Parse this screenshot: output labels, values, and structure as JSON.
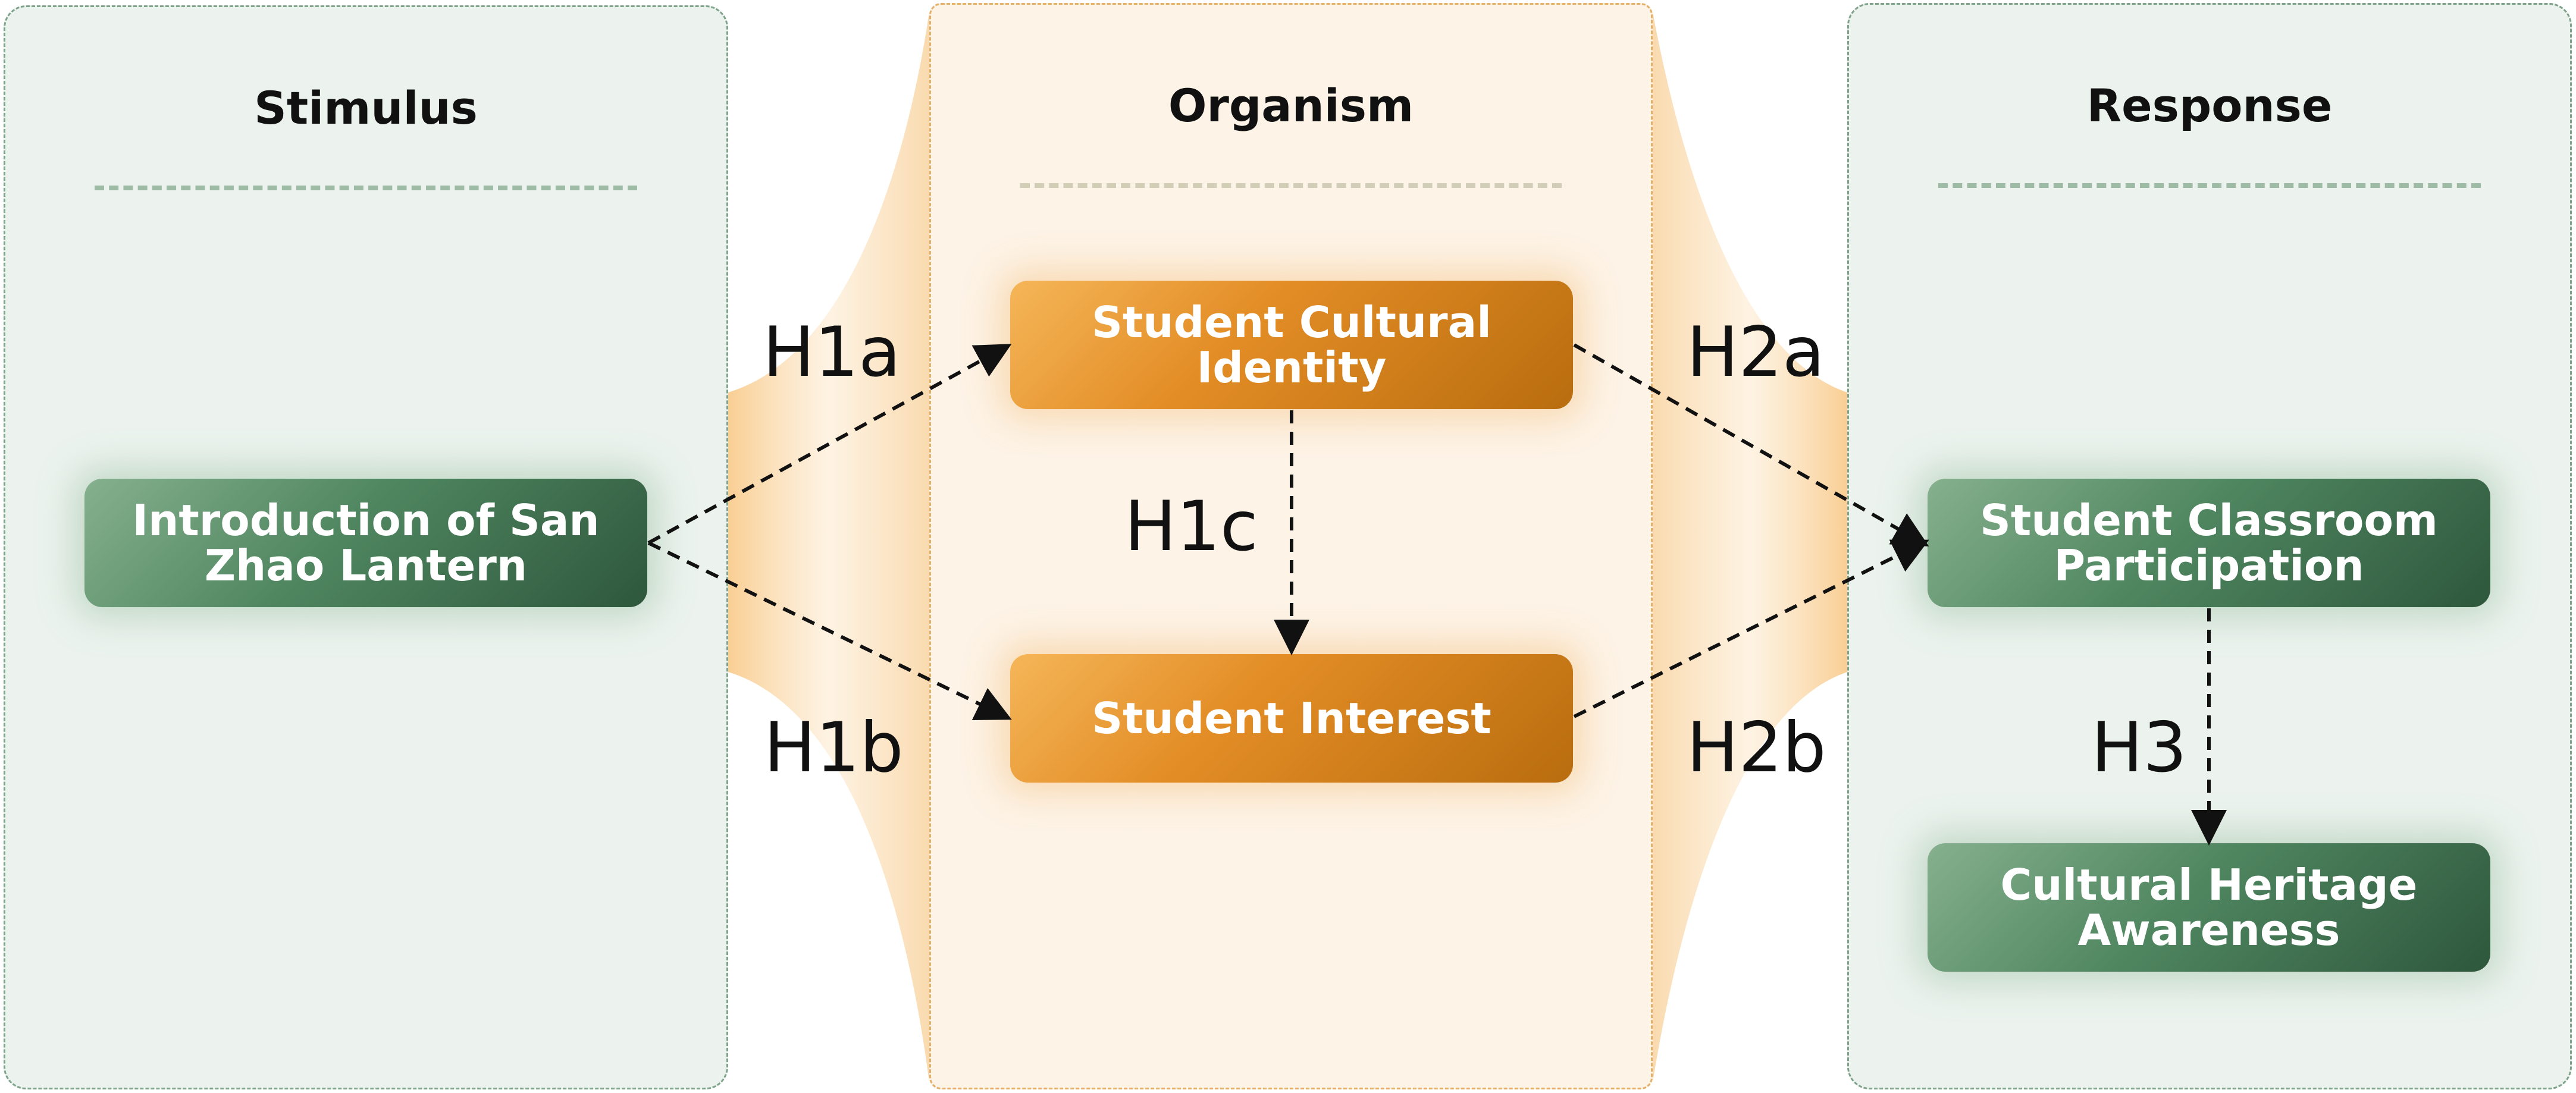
{
  "panels": {
    "stimulus": {
      "title": "Stimulus"
    },
    "organism": {
      "title": "Organism"
    },
    "response": {
      "title": "Response"
    }
  },
  "nodes": {
    "introduction": {
      "line1": "Introduction of San",
      "line2": "Zhao Lantern"
    },
    "identity": {
      "line1": "Student Cultural",
      "line2": "Identity"
    },
    "interest": {
      "line1": "Student Interest"
    },
    "participation": {
      "line1": "Student Classroom",
      "line2": "Participation"
    },
    "heritage": {
      "line1": "Cultural Heritage",
      "line2": "Awareness"
    }
  },
  "hypotheses": {
    "h1a": "H1a",
    "h1b": "H1b",
    "h1c": "H1c",
    "h2a": "H2a",
    "h2b": "H2b",
    "h3": "H3"
  },
  "colors": {
    "stimulus_panel": "#ecf3ee",
    "organism_panel": "#fdf3e6",
    "response_panel": "#ecf3ee",
    "green_node": "#4f8660",
    "orange_node": "#e38d26",
    "arrow": "#111111"
  },
  "edges": [
    {
      "from": "introduction",
      "to": "identity",
      "label": "h1a"
    },
    {
      "from": "introduction",
      "to": "interest",
      "label": "h1b"
    },
    {
      "from": "identity",
      "to": "interest",
      "label": "h1c"
    },
    {
      "from": "identity",
      "to": "participation",
      "label": "h2a"
    },
    {
      "from": "interest",
      "to": "participation",
      "label": "h2b"
    },
    {
      "from": "participation",
      "to": "heritage",
      "label": "h3"
    }
  ]
}
